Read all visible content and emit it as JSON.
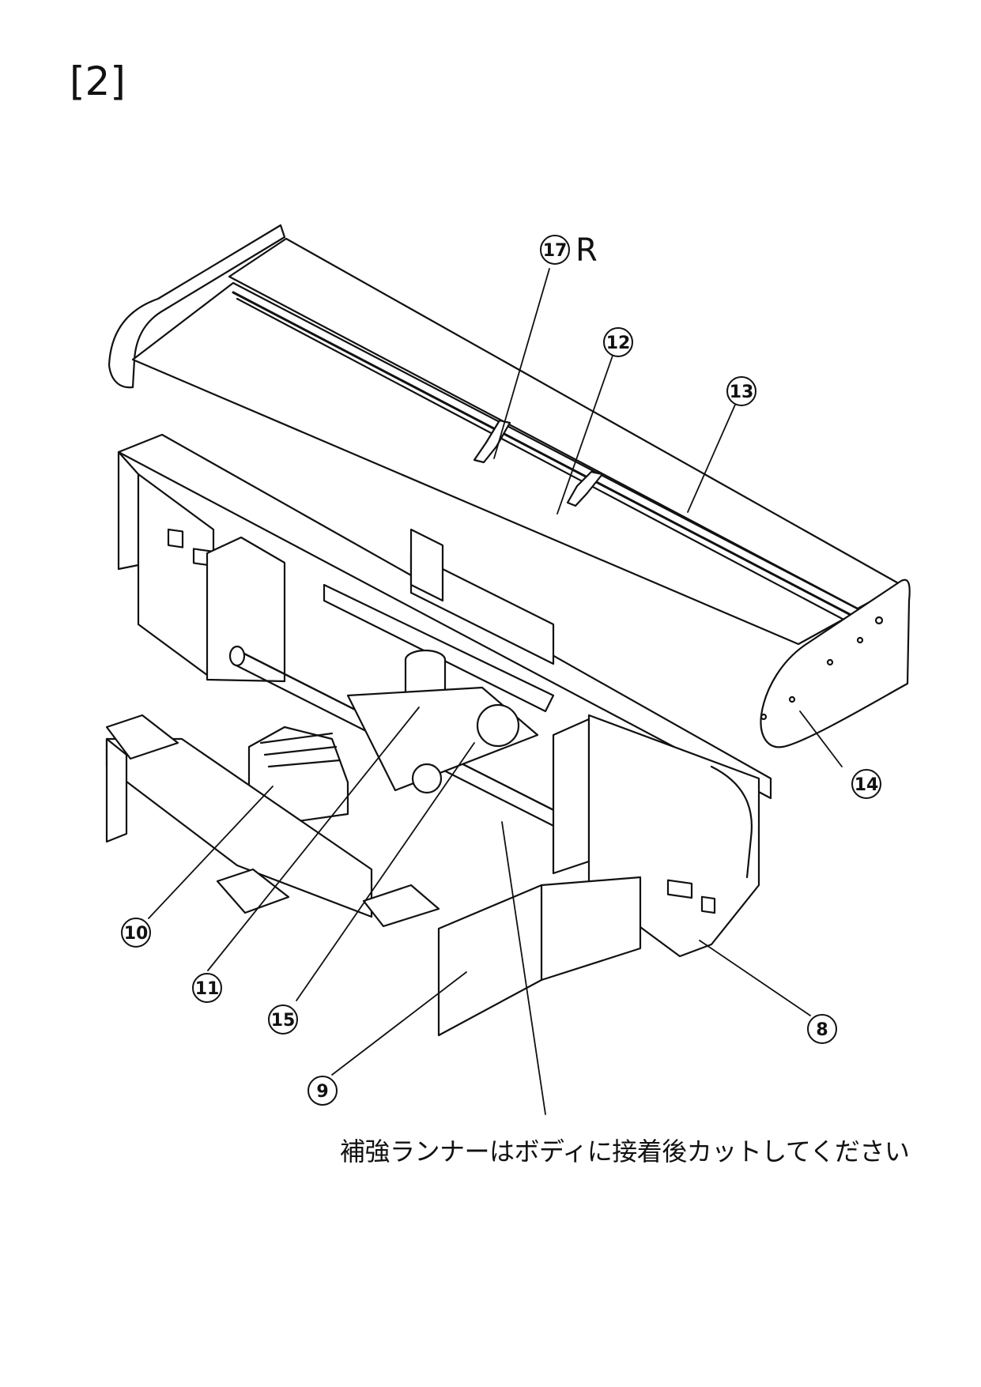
{
  "step": {
    "label": "[2]"
  },
  "callouts": {
    "c17": {
      "number": "17",
      "suffix": "R"
    },
    "c12": {
      "number": "12"
    },
    "c13": {
      "number": "13"
    },
    "c14": {
      "number": "14"
    },
    "c10": {
      "number": "10"
    },
    "c11": {
      "number": "11"
    },
    "c15": {
      "number": "15"
    },
    "c8": {
      "number": "8"
    },
    "c9": {
      "number": "9"
    }
  },
  "note": {
    "text": "補強ランナーはボディに接着後カットしてください"
  }
}
